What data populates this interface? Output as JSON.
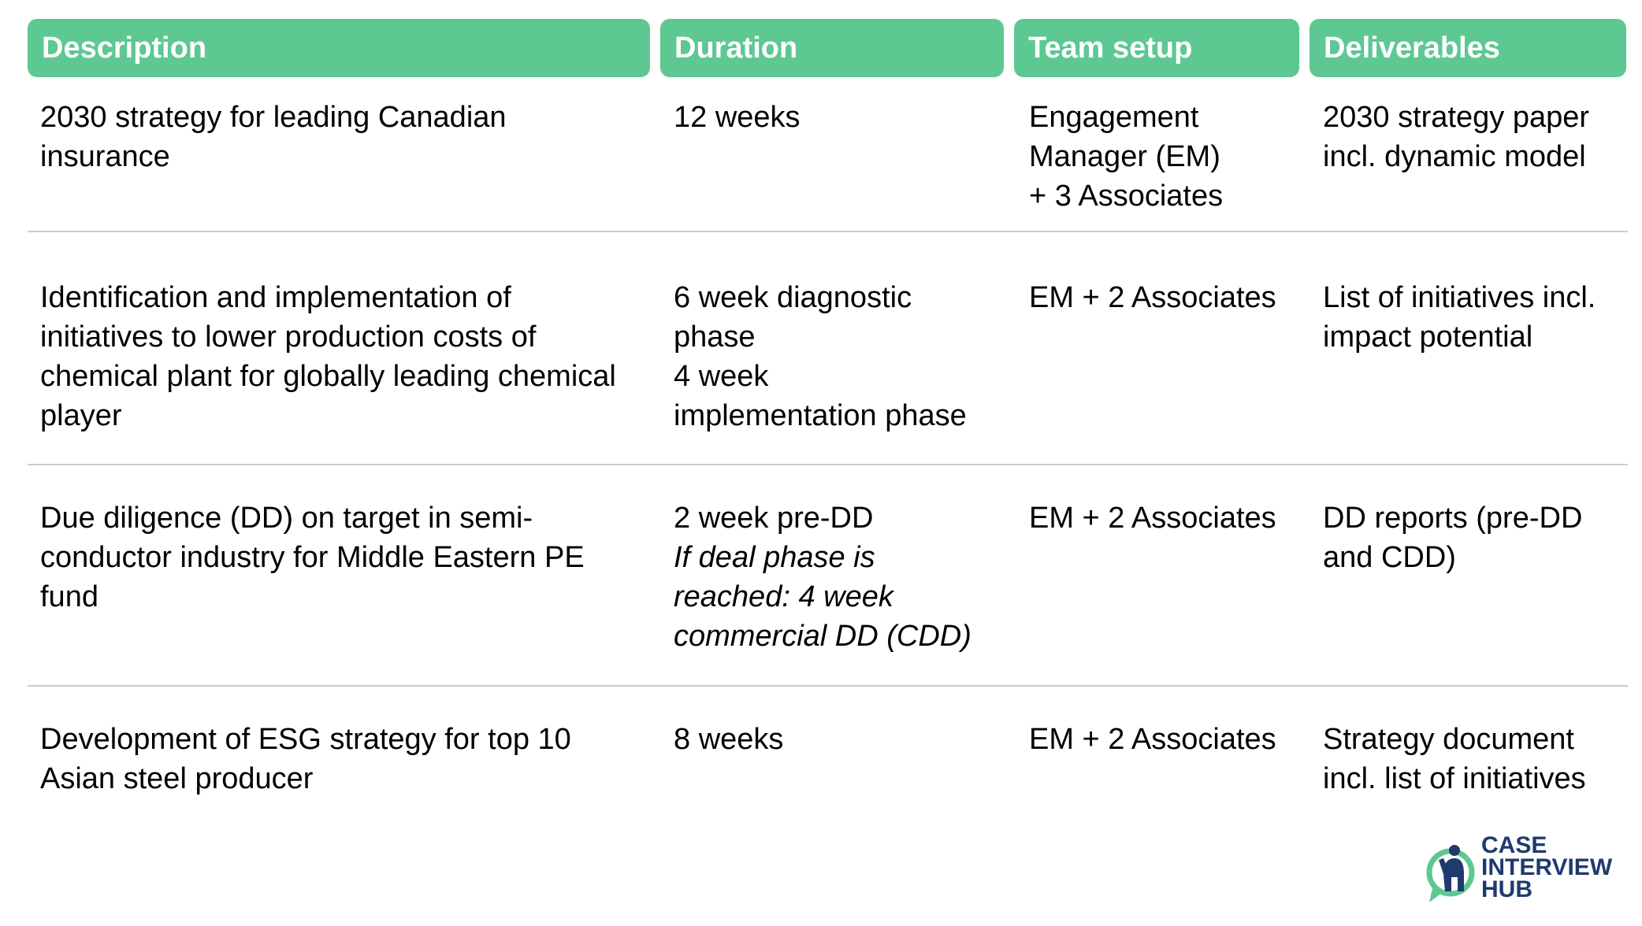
{
  "colors": {
    "header_bg": "#5DC892",
    "header_text": "#ffffff",
    "divider": "#cccccc",
    "logo_navy": "#1f3a6e",
    "logo_green": "#5DC892"
  },
  "headers": [
    "Description",
    "Duration",
    "Team setup",
    "Deliverables"
  ],
  "rows": [
    {
      "description": [
        "2030 strategy for leading Canadian",
        "insurance"
      ],
      "duration": [
        "12 weeks"
      ],
      "team": [
        "Engagement",
        "Manager (EM)",
        "+ 3 Associates"
      ],
      "deliverables": [
        "2030 strategy paper",
        "incl. dynamic model"
      ]
    },
    {
      "description": [
        "Identification and implementation of",
        "initiatives to lower production costs of",
        "chemical plant for globally leading chemical",
        "player"
      ],
      "duration": [
        "6 week diagnostic",
        "phase",
        "4 week",
        "implementation phase"
      ],
      "team": [
        "EM + 2 Associates"
      ],
      "deliverables": [
        "List of initiatives incl.",
        "impact potential"
      ]
    },
    {
      "description": [
        "Due diligence (DD) on target in semi-",
        "conductor industry for Middle Eastern PE",
        "fund"
      ],
      "duration": [
        "2 week pre-DD"
      ],
      "duration_italic": [
        "If deal phase is",
        "reached: 4 week",
        "commercial DD (CDD)"
      ],
      "team": [
        "EM + 2 Associates"
      ],
      "deliverables": [
        "DD reports (pre-DD",
        "and CDD)"
      ]
    },
    {
      "description": [
        "Development of ESG strategy for top 10",
        "Asian steel producer"
      ],
      "duration": [
        "8 weeks"
      ],
      "team": [
        "EM + 2 Associates"
      ],
      "deliverables": [
        "Strategy document",
        "incl. list of initiatives"
      ]
    }
  ],
  "logo": {
    "lines": [
      "CASE",
      "INTERVIEW",
      "HUB"
    ],
    "icon": "person-raising-hand-in-speech-bubble-icon"
  }
}
